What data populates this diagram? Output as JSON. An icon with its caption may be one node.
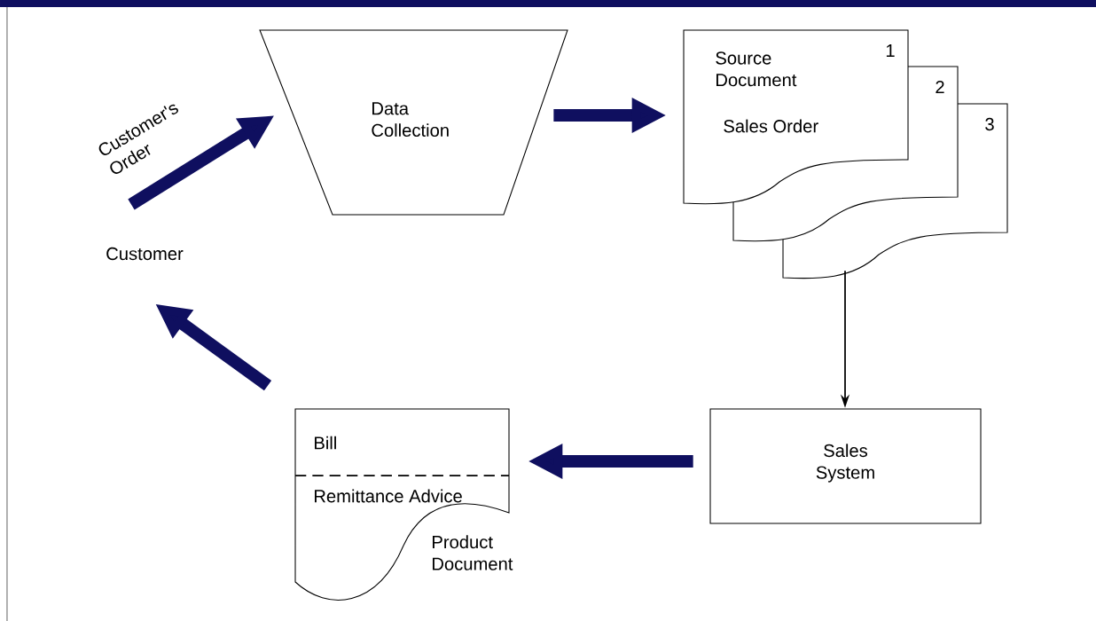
{
  "diagram": {
    "nodes": [
      {
        "text": [
          "Customer"
        ]
      },
      {
        "text": [
          "Data Collection"
        ]
      },
      {
        "text": [
          "1",
          "Source Document",
          "Sales Order"
        ]
      },
      {
        "text": [
          "2"
        ]
      },
      {
        "text": [
          "3"
        ]
      },
      {
        "text": [
          "Sales System"
        ]
      },
      {
        "text": [
          "Bill",
          "Remittance Advice",
          "Product Document"
        ]
      }
    ],
    "edges": [
      {
        "from": 0,
        "to": 1,
        "arrow": "to",
        "label": "Customer's Order"
      },
      {
        "from": 1,
        "to": 2,
        "arrow": "to"
      },
      {
        "from": 4,
        "to": 5,
        "arrow": "to",
        "color": "#000000"
      },
      {
        "from": 5,
        "to": 6,
        "arrow": "to"
      },
      {
        "from": 6,
        "to": 0,
        "arrow": "to"
      }
    ]
  }
}
